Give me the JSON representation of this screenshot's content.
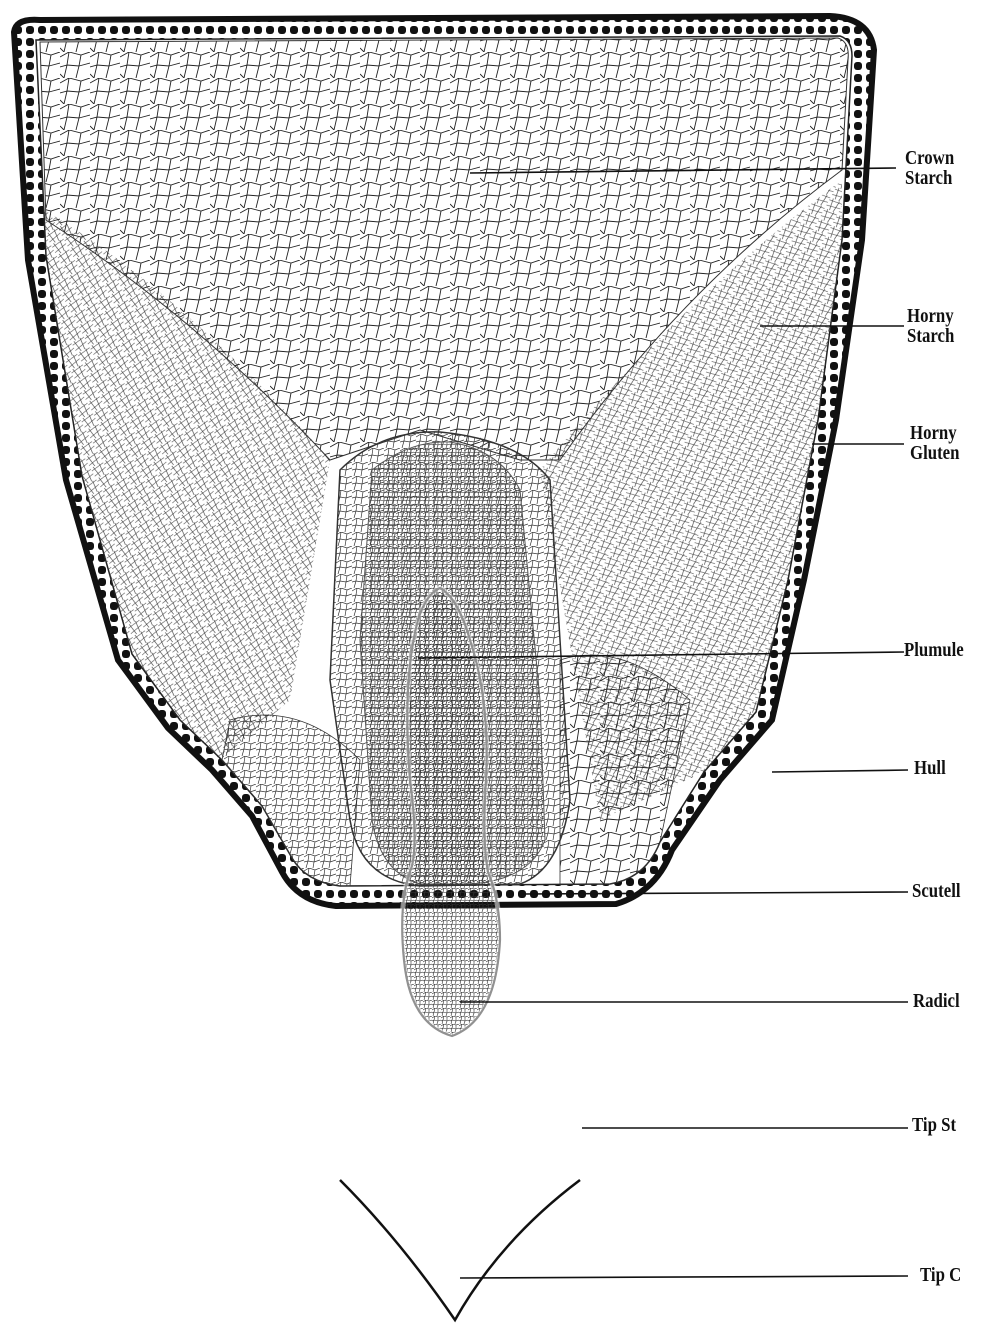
{
  "diagram": {
    "labels": {
      "crown_starch": [
        "Crown",
        "Starch"
      ],
      "horny_starch": [
        "Horny",
        "Starch"
      ],
      "horny_gluten": [
        "Horny",
        "Gluten"
      ],
      "plumule": "Plumule",
      "hull": "Hull",
      "scutellum": "Scutell",
      "radicle": "Radicl",
      "tip_starch": "Tip St",
      "tip_cap": "Tip C"
    },
    "colors": {
      "ink": "#111111",
      "paper": "#ffffff"
    }
  }
}
